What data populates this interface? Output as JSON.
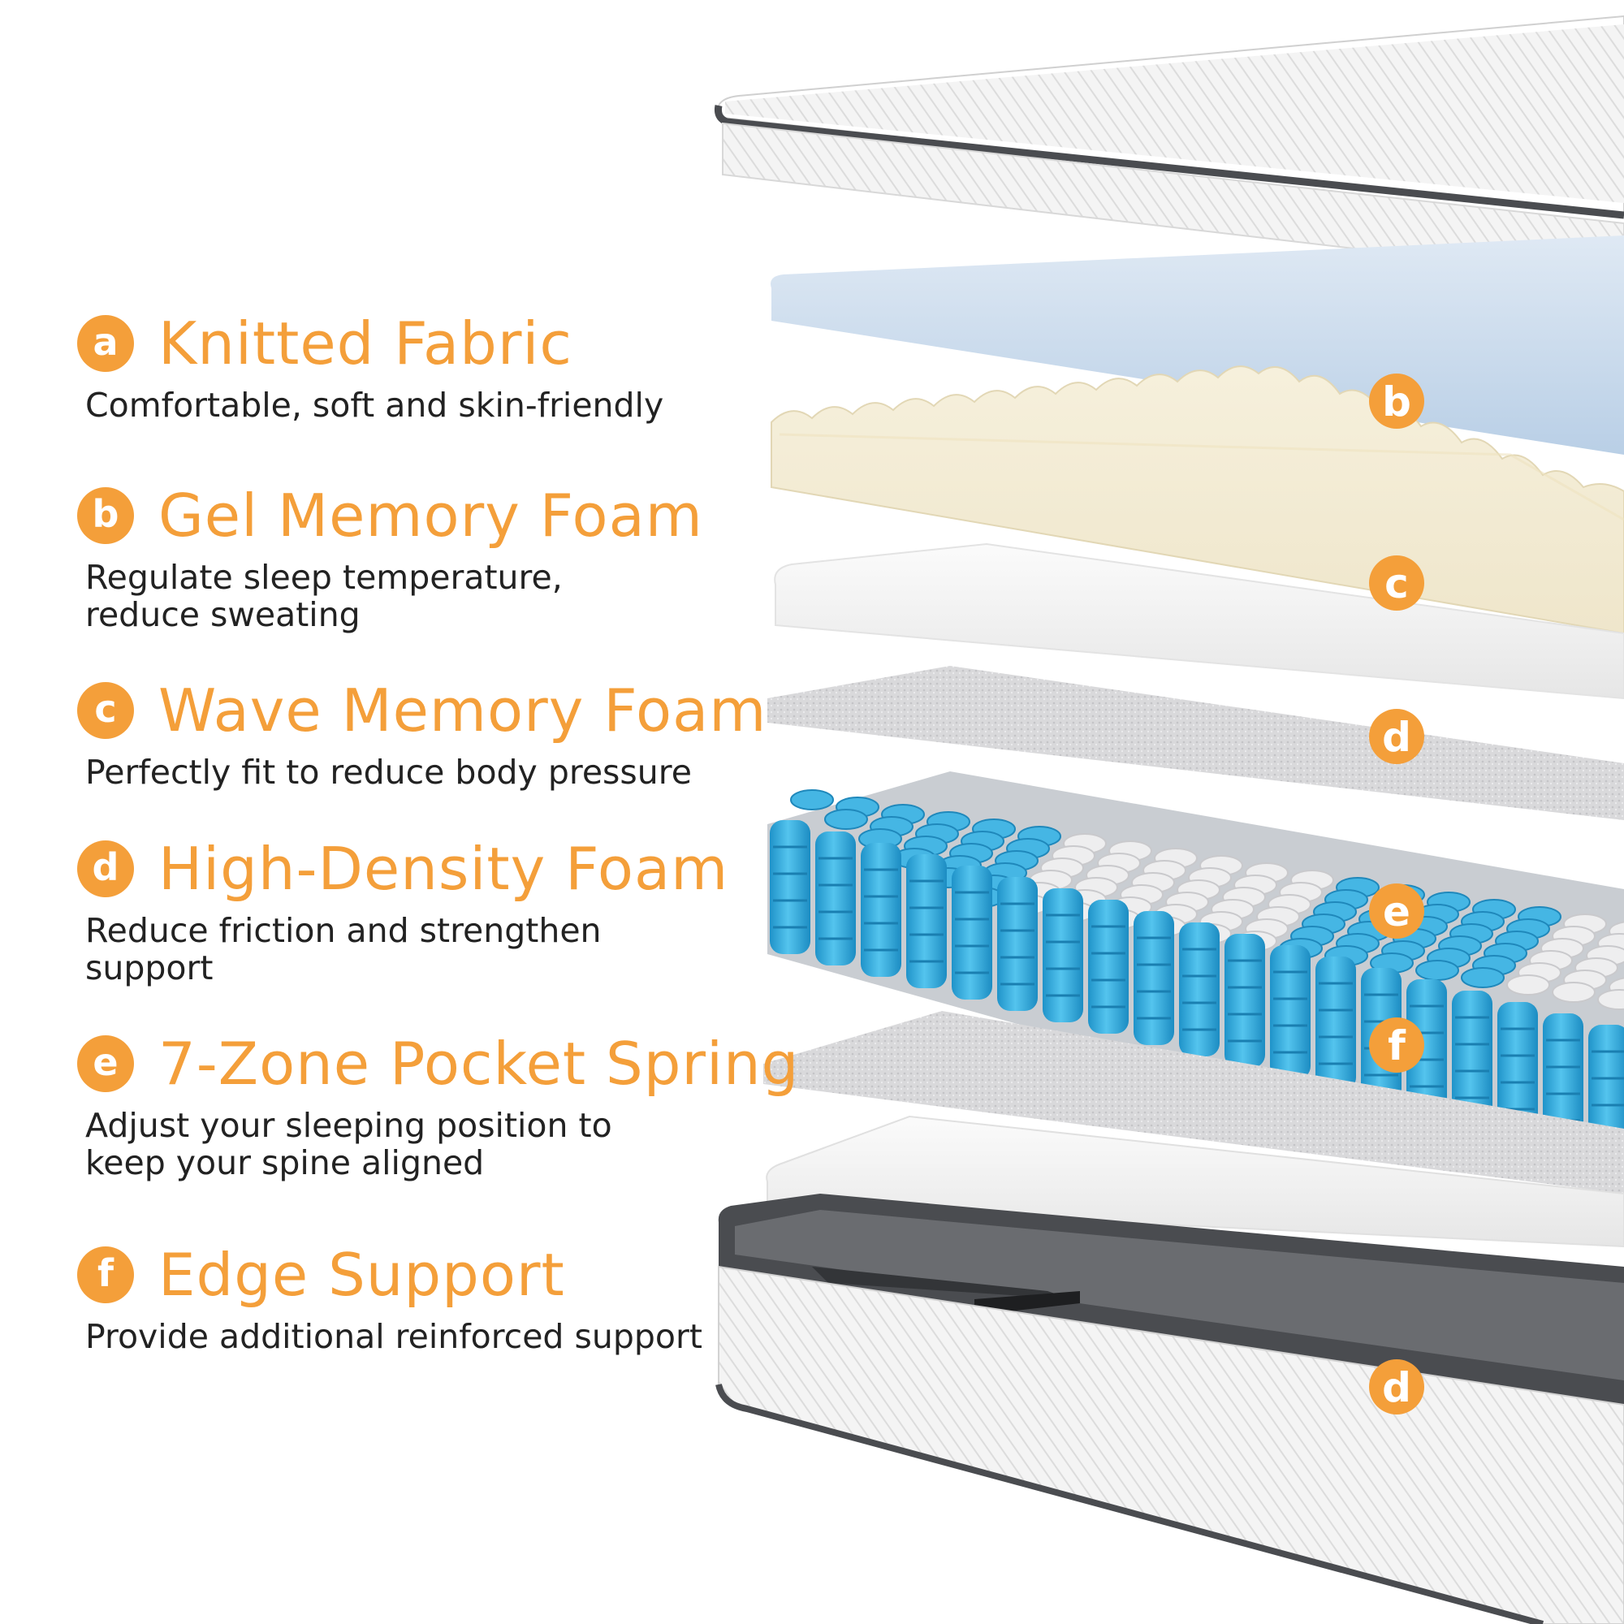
{
  "features": [
    {
      "letter": "a",
      "title": "Knitted Fabric",
      "desc_lines": [
        "Comfortable, soft and skin-friendly"
      ]
    },
    {
      "letter": "b",
      "title": "Gel Memory Foam",
      "desc_lines": [
        "Regulate sleep temperature,",
        "reduce sweating"
      ]
    },
    {
      "letter": "c",
      "title": "Wave Memory Foam",
      "desc_lines": [
        "Perfectly fit to reduce body pressure"
      ]
    },
    {
      "letter": "d",
      "title": "High-Density Foam",
      "desc_lines": [
        "Reduce friction and strengthen",
        "support"
      ]
    },
    {
      "letter": "e",
      "title": "7-Zone Pocket Spring",
      "desc_lines": [
        "Adjust your sleeping position to",
        "keep your spine aligned"
      ]
    },
    {
      "letter": "f",
      "title": "Edge Support",
      "desc_lines": [
        "Provide additional reinforced support"
      ]
    }
  ],
  "layer_markers": [
    "b",
    "c",
    "d",
    "e",
    "f",
    "d"
  ],
  "colors": {
    "accent": "#f49f3a",
    "text": "#222222",
    "gel_foam": "#c7d9ec",
    "wave_foam": "#f3ecd6",
    "spring_blue": "#2fa9dc",
    "spring_gray": "#e8e8ea",
    "frame_dark": "#4a4c50"
  }
}
